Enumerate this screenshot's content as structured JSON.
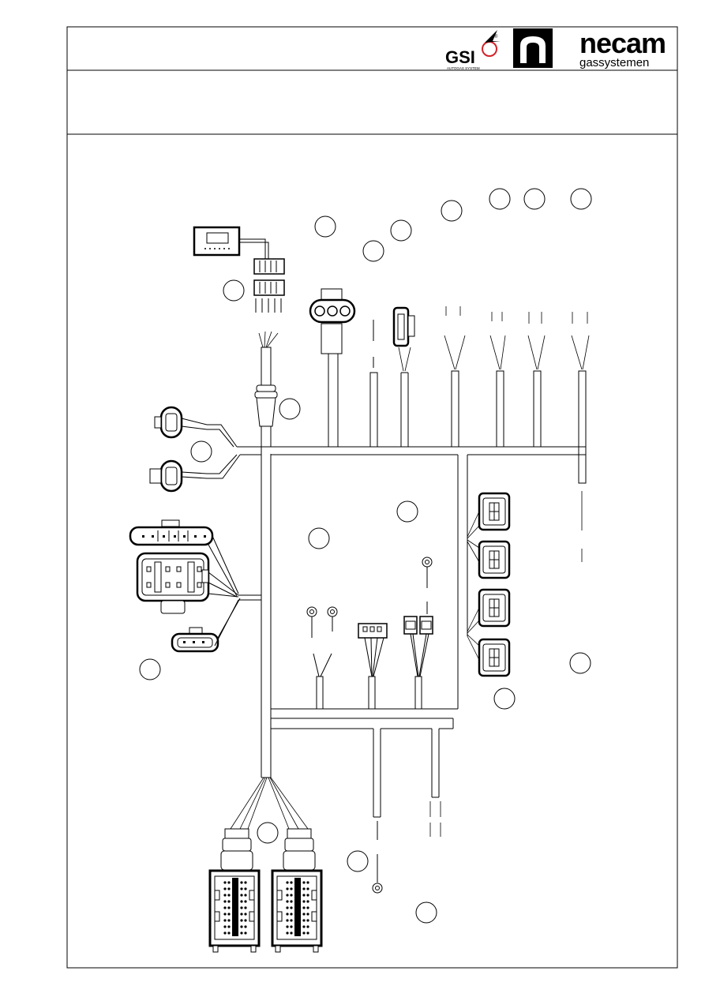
{
  "header": {
    "logos": {
      "gsi": {
        "text": "GSI",
        "subtitle": "AUTOGAS SYSTEM",
        "mark": "®",
        "accent": "#d2232a"
      },
      "necam_symbol": {
        "name": "necam-n-icon"
      },
      "necam": {
        "text": "necam",
        "subtitle": "gassystemen"
      }
    },
    "title_row_text": ""
  },
  "diagram": {
    "line_color": "#000000",
    "background": "#ffffff",
    "callout_labels": []
  }
}
